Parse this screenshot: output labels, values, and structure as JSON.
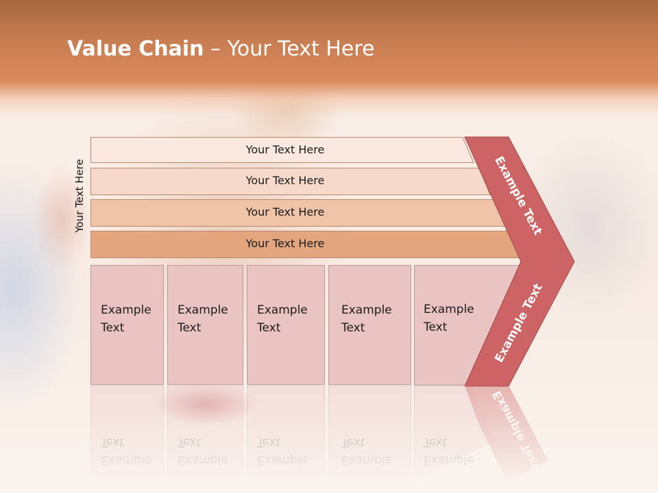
{
  "title": {
    "bold": "Value Chain",
    "rest": " – Your Text Here"
  },
  "side_label": "Your Text Here",
  "bars": [
    {
      "label": "Your Text Here",
      "fill": "#fbe9e0"
    },
    {
      "label": "Your Text Here",
      "fill": "#f6d9c8"
    },
    {
      "label": "Your Text Here",
      "fill": "#efc3a7"
    },
    {
      "label": "Your Text Here",
      "fill": "#e3a57e"
    }
  ],
  "boxes": [
    {
      "line1": "Example",
      "line2": "Text"
    },
    {
      "line1": "Example",
      "line2": "Text"
    },
    {
      "line1": "Example",
      "line2": "Text"
    },
    {
      "line1": "Example",
      "line2": "Text"
    },
    {
      "line1": "Example",
      "line2": "Text"
    }
  ],
  "chevron": {
    "upper": "Example Text",
    "lower": "Example Text",
    "fill": "#cc6364"
  },
  "colors": {
    "header": "#d4865a",
    "box_fill": "#eac3c3"
  }
}
